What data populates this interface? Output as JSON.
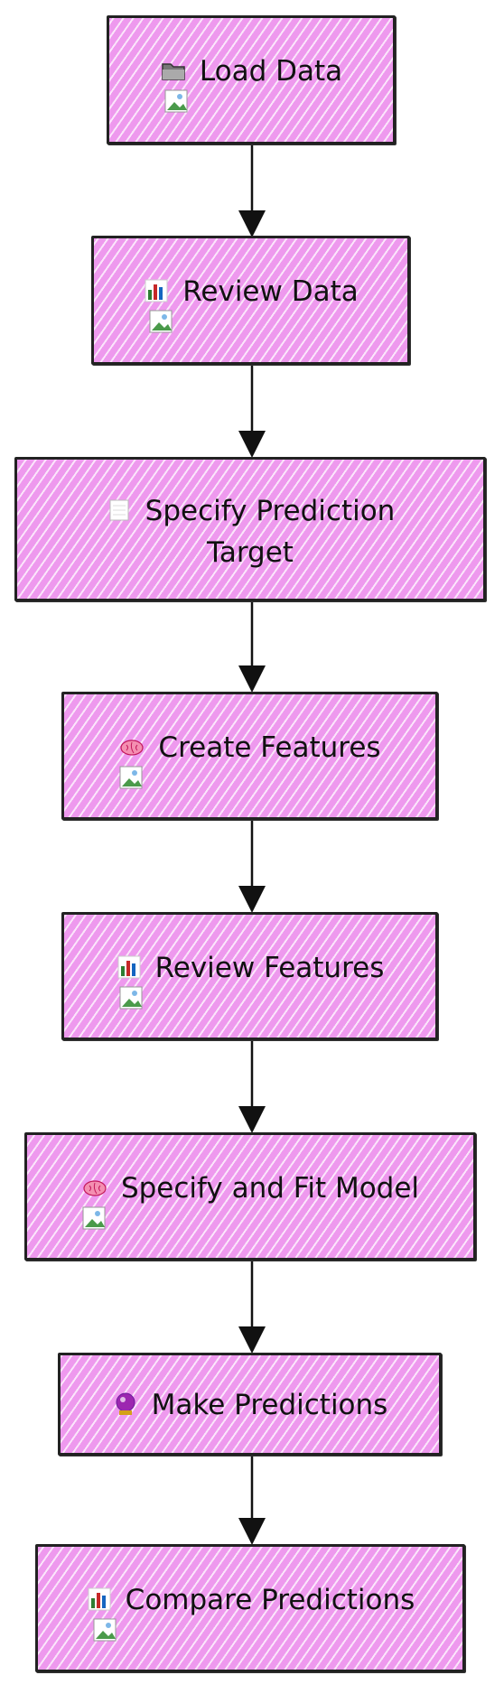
{
  "steps": [
    {
      "label": "Load Data",
      "icon": "folder-icon"
    },
    {
      "label": "Review Data",
      "icon": "bar-chart-icon"
    },
    {
      "label_line1": "Specify Prediction",
      "label_line2": "Target",
      "icon": "notepad-icon"
    },
    {
      "label": "Create Features",
      "icon": "brain-icon"
    },
    {
      "label": "Review Features",
      "icon": "bar-chart-icon"
    },
    {
      "label": "Specify and Fit Model",
      "icon": "brain-icon"
    },
    {
      "label": "Make Predictions",
      "icon": "crystal-ball-icon"
    },
    {
      "label": "Compare Predictions",
      "icon": "bar-chart-icon"
    }
  ],
  "colors": {
    "box_fill": "#ee99ee",
    "border": "#222222",
    "arrow": "#111111"
  }
}
